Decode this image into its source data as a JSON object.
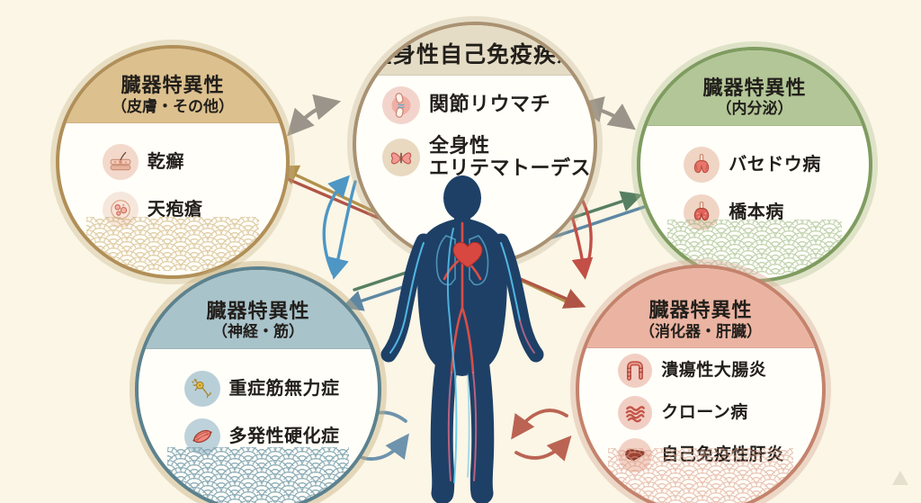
{
  "background": "#FBF6E6",
  "circles": {
    "top_center": {
      "title": "全身性自己免疫疾患",
      "border_color": "#A99272",
      "header_color": "#E5DCC5",
      "items": [
        {
          "icon": "joint-icon",
          "label": "関節リウマチ"
        },
        {
          "icon": "butterfly-icon",
          "label": "全身性\nエリテマトーデス"
        }
      ]
    },
    "top_left": {
      "title": "臓器特異性",
      "subtitle": "（皮膚・その他）",
      "border_color": "#B18F58",
      "header_color": "#DCC08E",
      "items": [
        {
          "icon": "skin-icon",
          "label": "乾癬"
        },
        {
          "icon": "blister-icon",
          "label": "天疱瘡"
        }
      ]
    },
    "top_right": {
      "title": "臓器特異性",
      "subtitle": "（内分泌）",
      "border_color": "#7F9C60",
      "header_color": "#B3C697",
      "items": [
        {
          "icon": "thyroid-icon",
          "label": "バセドウ病"
        },
        {
          "icon": "thyroid-icon",
          "label": "橋本病"
        }
      ]
    },
    "bottom_left": {
      "title": "臓器特異性",
      "subtitle": "（神経・筋）",
      "border_color": "#5C828E",
      "header_color": "#A9C3CB",
      "items": [
        {
          "icon": "neuron-icon",
          "label": "重症筋無力症"
        },
        {
          "icon": "muscle-icon",
          "label": "多発性硬化症"
        }
      ]
    },
    "bottom_right": {
      "title": "臓器特異性",
      "subtitle": "（消化器・肝臓）",
      "border_color": "#C4836C",
      "header_color": "#EBB4A2",
      "items": [
        {
          "icon": "colon-icon",
          "label": "潰瘍性大腸炎"
        },
        {
          "icon": "intestine-icon",
          "label": "クローン病"
        },
        {
          "icon": "liver-icon",
          "label": "自己免疫性肝炎"
        }
      ]
    }
  },
  "arrow_colors": {
    "gray_double": "#9A948A",
    "tan_diagonal": "#B2914D",
    "green_diagonal": "#567F62",
    "steel_blue_diagonal": "#5E87A3",
    "brick_diagonal": "#B05546",
    "blue_curved_pair": "#4E96C4",
    "red_curved_pair": "#C25047",
    "bottom_blue_pair": "#6E93AC",
    "bottom_red_pair": "#BB6453"
  }
}
